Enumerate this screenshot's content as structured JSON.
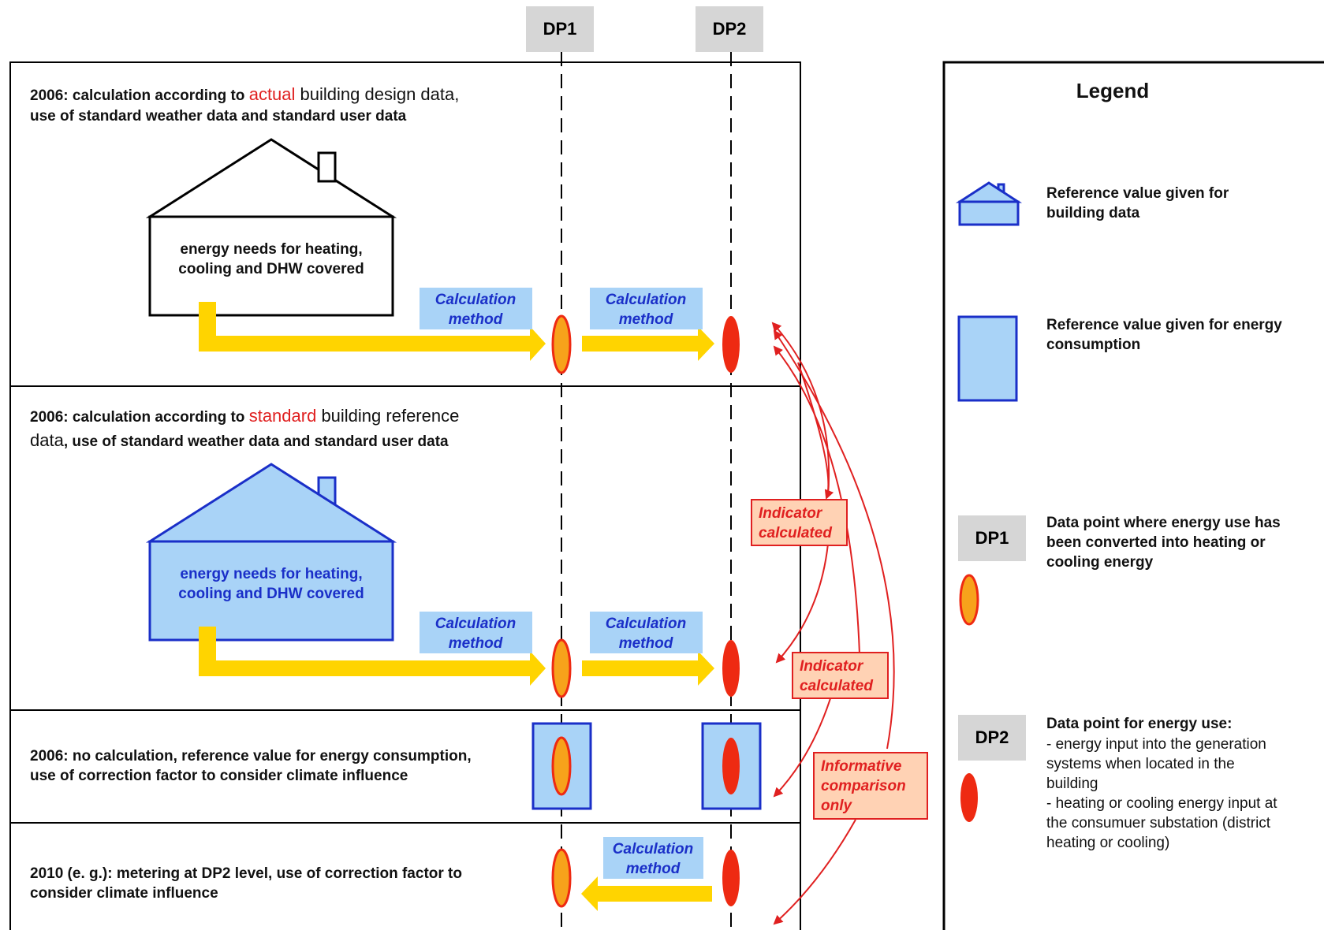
{
  "dp_labels": {
    "dp1": "DP1",
    "dp2": "DP2"
  },
  "rows": [
    {
      "line1_bold": "2006: calculation according to ",
      "line1_red": "actual",
      "line1_rest": " building design data,",
      "line2": "use of standard weather data and standard user data"
    },
    {
      "line1_bold": "2006: calculation according to ",
      "line1_red": "standard",
      "line1_rest": " building reference",
      "line2_plain": "data",
      "line2": ", use of standard weather data and standard user data"
    },
    {
      "line1": "2006: no calculation, reference value for energy consumption,",
      "line2": "use of correction factor to consider climate influence"
    },
    {
      "line1": "2010 (e. g.): metering at DP2 level, use of correction factor to",
      "line2": "consider climate influence"
    }
  ],
  "house_text": {
    "line1": "energy needs for heating,",
    "line2": "cooling and DHW covered"
  },
  "calc_label": {
    "line1": "Calculation",
    "line2": "method"
  },
  "indicator_label": {
    "line1": "Indicator",
    "line2": "calculated"
  },
  "informative_label": {
    "line1": "Informative",
    "line2": "comparison",
    "line3": "only"
  },
  "legend": {
    "title": "Legend",
    "items": [
      {
        "text": [
          "Reference value given for",
          "building data"
        ]
      },
      {
        "text": [
          "Reference value given for energy",
          "consumption"
        ]
      },
      {
        "text": [
          "Data point where energy use has",
          "been converted into heating or",
          "cooling energy"
        ]
      },
      {
        "text_bold": "Data point for energy use:",
        "text": [
          "- energy input into the generation",
          "systems when located in the",
          "building",
          "- heating or cooling energy input at",
          "the consumuer substation (district",
          "heating or cooling)"
        ]
      }
    ]
  },
  "colors": {
    "orange": "#f7a21b",
    "red": "#ee2a12",
    "yellow": "#ffd400",
    "light_blue": "#a9d3f7",
    "blue": "#1a2fc8",
    "red_text": "#e02020",
    "salmon": "#ffd2b4",
    "grey": "#d6d6d6"
  }
}
